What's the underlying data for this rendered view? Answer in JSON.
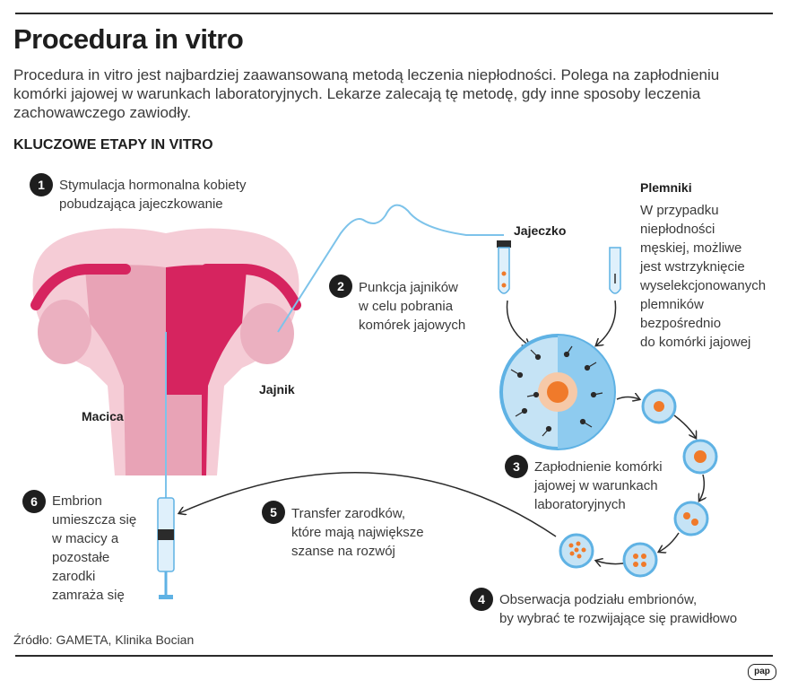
{
  "header": {
    "title": "Procedura in vitro",
    "intro": "Procedura in vitro jest najbardziej zaawansowaną metodą leczenia niepłodności. Polega na zapłodnieniu komórki jajowej w warunkach laboratoryjnych. Lekarze zalecają tę metodę, gdy inne sposoby leczenia zachowawczego zawiodły.",
    "subhead": "KLUCZOWE ETAPY IN VITRO"
  },
  "steps": [
    {
      "num": "1",
      "lines": [
        "Stymulacja hormonalna kobiety",
        "pobudzająca jajeczkowanie"
      ]
    },
    {
      "num": "2",
      "lines": [
        "Punkcja jajników",
        "w celu pobrania",
        "komórek jajowych"
      ]
    },
    {
      "num": "3",
      "lines": [
        "Zapłodnienie komórki",
        "jajowej w warunkach",
        "laboratoryjnych"
      ]
    },
    {
      "num": "4",
      "lines": [
        "Obserwacja podziału embrionów,",
        "by wybrać te rozwijające się prawidłowo"
      ]
    },
    {
      "num": "5",
      "lines": [
        "Transfer zarodków,",
        "które mają największe",
        "szanse na rozwój"
      ]
    },
    {
      "num": "6",
      "lines": [
        "Embrion",
        "umieszcza się",
        "w macicy a",
        "pozostałe",
        "zarodki",
        "zamraża się"
      ]
    }
  ],
  "labels": {
    "macica": "Macica",
    "jajnik": "Jajnik",
    "jajeczko": "Jajeczko",
    "plemniki": "Plemniki"
  },
  "plemniki_note": [
    "W przypadku",
    "niepłodności",
    "męskiej, możliwe",
    "jest wstrzyknięcie",
    "wyselekcjonowanych",
    "plemników",
    "bezpośrednio",
    "do komórki jajowej"
  ],
  "footer": {
    "source": "Źródło: GAMETA, Klinika Bocian",
    "logo": "pap"
  },
  "colors": {
    "uterus_light": "#f5ccd6",
    "uterus_mid": "#e8a3b6",
    "uterus_dark": "#d6245f",
    "cell_blue": "#4aa6e0",
    "cell_light": "#c5e3f5",
    "nucleus": "#f07a2a"
  }
}
